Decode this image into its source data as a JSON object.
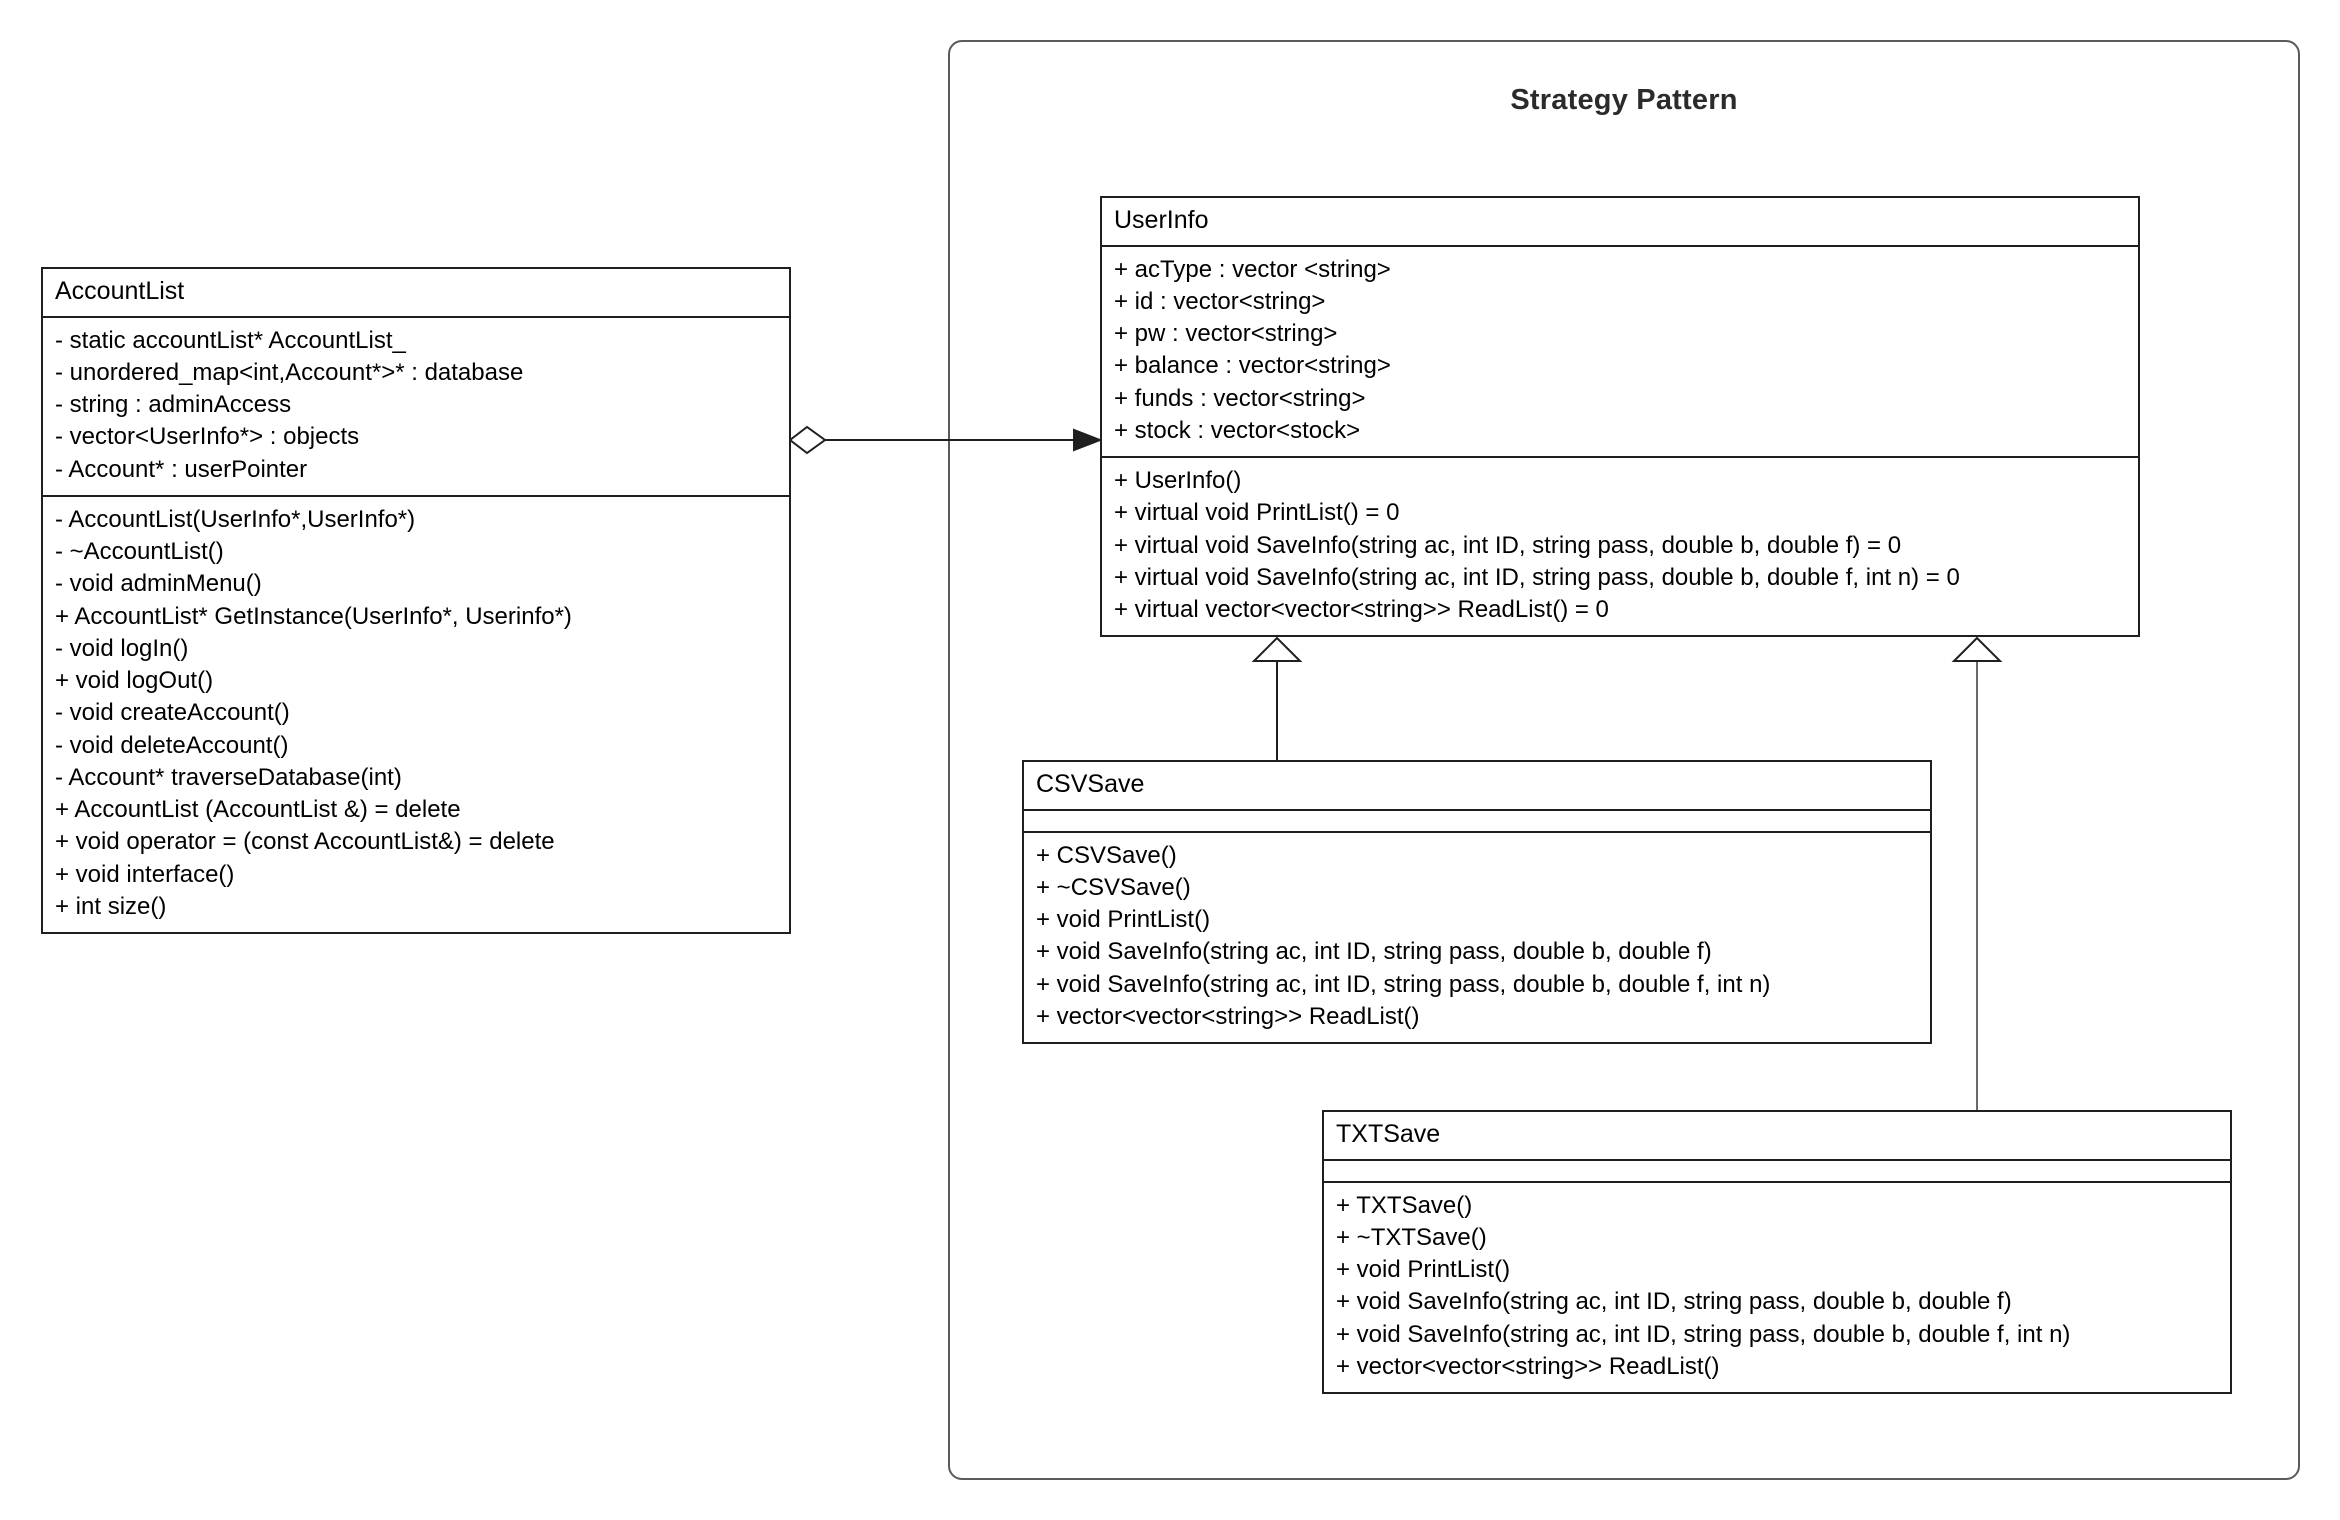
{
  "diagram": {
    "type": "uml-class-diagram",
    "background_color": "#ffffff",
    "line_color": "#1f1f1f",
    "frame_color": "#5a5a5a"
  },
  "group": {
    "title": "Strategy Pattern"
  },
  "classes": {
    "account_list": {
      "name": "AccountList",
      "attributes": [
        "- static accountList* AccountList_",
        "- unordered_map<int,Account*>* : database",
        "- string : adminAccess",
        "- vector<UserInfo*> : objects",
        "- Account* : userPointer"
      ],
      "methods": [
        "- AccountList(UserInfo*,UserInfo*)",
        "- ~AccountList()",
        "- void adminMenu()",
        "+ AccountList* GetInstance(UserInfo*, Userinfo*)",
        "- void logIn()",
        "+ void logOut()",
        "- void createAccount()",
        "- void deleteAccount()",
        "- Account* traverseDatabase(int)",
        "+ AccountList (AccountList &) = delete",
        "+ void operator = (const AccountList&) = delete",
        "+ void interface()",
        "+ int size()"
      ]
    },
    "user_info": {
      "name": "UserInfo",
      "attributes": [
        "+ acType : vector <string>",
        "+ id : vector<string>",
        "+ pw : vector<string>",
        "+ balance : vector<string>",
        "+ funds : vector<string>",
        "+ stock : vector<stock>"
      ],
      "methods": [
        "+ UserInfo()",
        "+ virtual void PrintList() = 0",
        "+ virtual void SaveInfo(string ac, int ID, string pass, double b, double f) = 0",
        "+ virtual void SaveInfo(string ac, int ID, string pass, double b, double f, int n) = 0",
        "+ virtual vector<vector<string>> ReadList() = 0"
      ]
    },
    "csv_save": {
      "name": "CSVSave",
      "attributes": [],
      "methods": [
        "+ CSVSave()",
        "+ ~CSVSave()",
        "+ void PrintList()",
        "+ void SaveInfo(string ac, int ID, string pass, double b, double f)",
        "+ void SaveInfo(string ac, int ID, string pass, double b, double f, int n)",
        "+ vector<vector<string>> ReadList()"
      ]
    },
    "txt_save": {
      "name": "TXTSave",
      "attributes": [],
      "methods": [
        "+ TXTSave()",
        "+ ~TXTSave()",
        "+ void PrintList()",
        "+ void SaveInfo(string ac, int ID, string pass, double b, double f)",
        "+ void SaveInfo(string ac, int ID, string pass, double b, double f, int n)",
        "+ vector<vector<string>> ReadList()"
      ]
    }
  },
  "relationships": [
    {
      "name": "aggregation-accountlist-userinfo",
      "from": "AccountList",
      "to": "UserInfo",
      "kind": "aggregation",
      "source_decoration": "hollow-diamond",
      "target_decoration": "filled-arrow"
    },
    {
      "name": "generalization-csvsave-userinfo",
      "from": "CSVSave",
      "to": "UserInfo",
      "kind": "generalization",
      "target_decoration": "hollow-triangle"
    },
    {
      "name": "generalization-txtsave-userinfo",
      "from": "TXTSave",
      "to": "UserInfo",
      "kind": "generalization",
      "target_decoration": "hollow-triangle"
    }
  ]
}
